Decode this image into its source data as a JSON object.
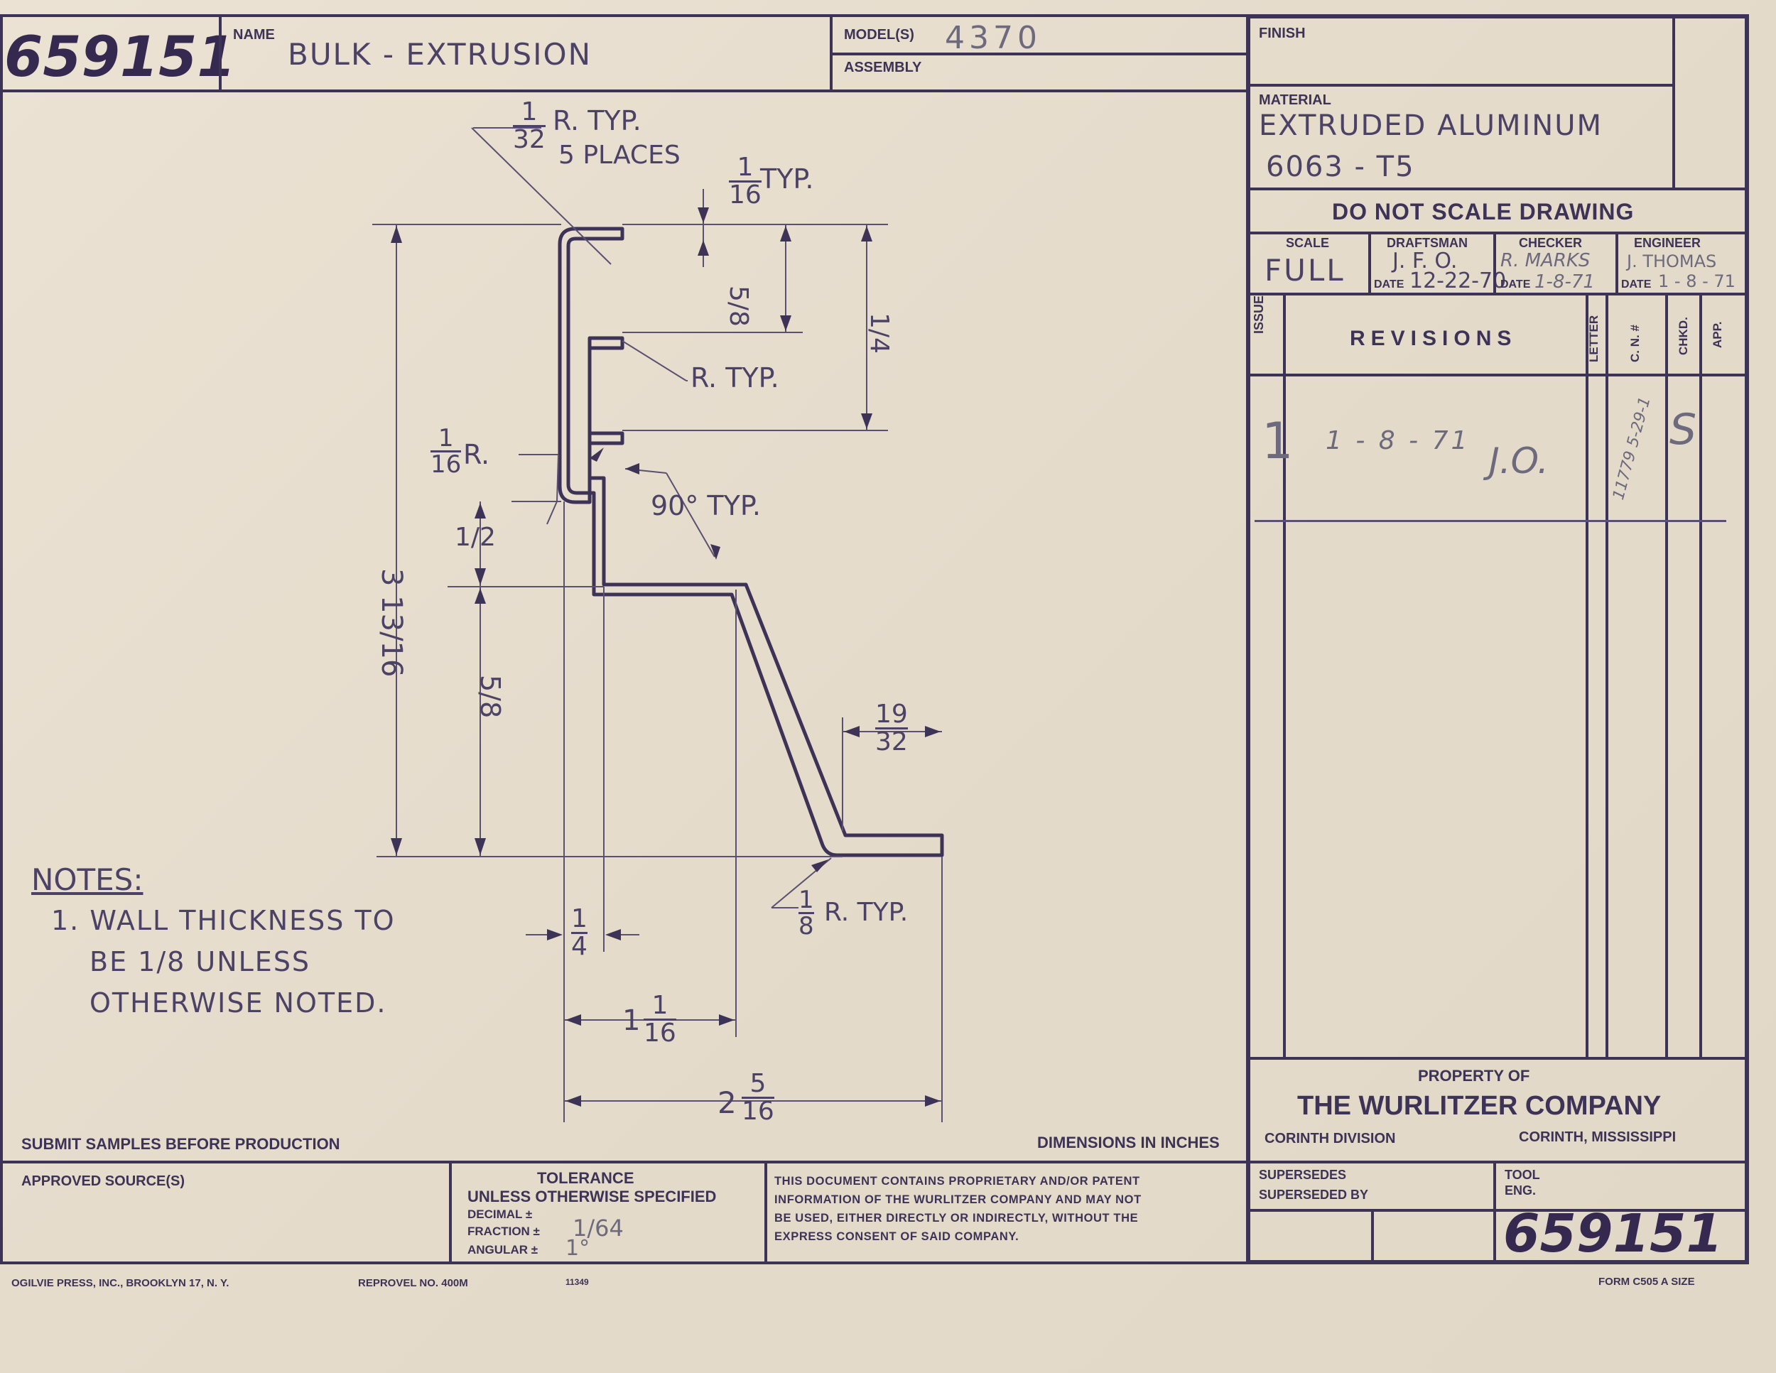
{
  "title_block": {
    "drawing_number": "659151",
    "name_label": "NAME",
    "name_value": "BULK - EXTRUSION",
    "models_label": "MODEL(S)",
    "models_value": "4370",
    "assembly_label": "ASSEMBLY",
    "finish_label": "FINISH",
    "material_label": "MATERIAL",
    "material_line1": "EXTRUDED  ALUMINUM",
    "material_line2": "6063 - T5",
    "do_not_scale": "DO NOT SCALE DRAWING",
    "scale_label": "SCALE",
    "scale_value": "FULL",
    "draftsman_label": "DRAFTSMAN",
    "draftsman_value": "J. F. O.",
    "draftsman_date_label": "DATE",
    "draftsman_date_value": "12-22-70",
    "checker_label": "CHECKER",
    "checker_value": "R. MARKS",
    "checker_date_label": "DATE",
    "checker_date_value": "1-8-71",
    "engineer_label": "ENGINEER",
    "engineer_value": "J. THOMAS",
    "engineer_date_label": "DATE",
    "engineer_date_value": "1 - 8 - 71"
  },
  "revisions": {
    "header_issue": "ISSUE",
    "header_title": "REVISIONS",
    "header_letter": "LETTER",
    "header_cn": "C. N. #",
    "header_chkd": "CHKD.",
    "header_app": "APP.",
    "entry_issue": "1",
    "entry_date": "1 - 8 - 71",
    "entry_initials": "J.O.",
    "entry_cn": "11779 5-29-1",
    "entry_chkd": "S"
  },
  "property": {
    "label": "PROPERTY OF",
    "company": "THE WURLITZER COMPANY",
    "division": "CORINTH DIVISION",
    "location": "CORINTH, MISSISSIPPI"
  },
  "bottom": {
    "submit_samples": "SUBMIT SAMPLES BEFORE PRODUCTION",
    "dimensions_in_inches": "DIMENSIONS IN INCHES",
    "approved_sources": "APPROVED SOURCE(S)",
    "tolerance_title": "TOLERANCE",
    "tolerance_subtitle": "UNLESS OTHERWISE SPECIFIED",
    "decimal_label": "DECIMAL ±",
    "fraction_label": "FRACTION ±",
    "fraction_value": "1/64",
    "angular_label": "ANGULAR ±",
    "angular_value": "1°",
    "proprietary_line1": "THIS DOCUMENT CONTAINS PROPRIETARY AND/OR PATENT",
    "proprietary_line2": "INFORMATION OF THE WURLITZER COMPANY AND MAY NOT",
    "proprietary_line3": "BE USED, EITHER DIRECTLY OR INDIRECTLY, WITHOUT THE",
    "proprietary_line4": "EXPRESS CONSENT OF SAID COMPANY.",
    "supersedes_label": "SUPERSEDES",
    "superseded_by_label": "SUPERSEDED BY",
    "tool_eng_label1": "TOOL",
    "tool_eng_label2": "ENG.",
    "drawing_number_bottom": "659151",
    "printer": "OGILVIE PRESS, INC., BROOKLYN 17, N. Y.",
    "reprovel": "REPROVEL NO. 400M",
    "print_code": "11349",
    "form": "FORM C505 A SIZE"
  },
  "notes": {
    "heading": "NOTES:",
    "line1": "1.  WALL  THICKNESS  TO",
    "line2": "BE  1/8  UNLESS",
    "line3": "OTHERWISE  NOTED."
  },
  "annotations": {
    "r_top_frac_num": "1",
    "r_top_frac_den": "32",
    "r_top_text": "R. TYP.",
    "r_top_places": "5 PLACES",
    "typ_frac_num": "1",
    "typ_frac_den": "16",
    "typ_text": "TYP.",
    "five_eighths_top": "5/8",
    "one_quarter_right": "1/4",
    "r_typ": "R. TYP.",
    "sixteenth_r_num": "1",
    "sixteenth_r_den": "16",
    "sixteenth_r_text": "R.",
    "half": "1/2",
    "ninety_typ": "90° TYP.",
    "overall_height": "3 13/16",
    "five_eighths_low": "5/8",
    "nineteen_num": "19",
    "nineteen_den": "32",
    "eighth_r_num": "1",
    "eighth_r_den": "8",
    "eighth_r_text": "R. TYP.",
    "quarter_num": "1",
    "quarter_den": "4",
    "one_sixteenth_whole": "1",
    "one_sixteenth_num": "1",
    "one_sixteenth_den": "16",
    "two_five_whole": "2",
    "two_five_num": "5",
    "two_five_den": "16"
  }
}
